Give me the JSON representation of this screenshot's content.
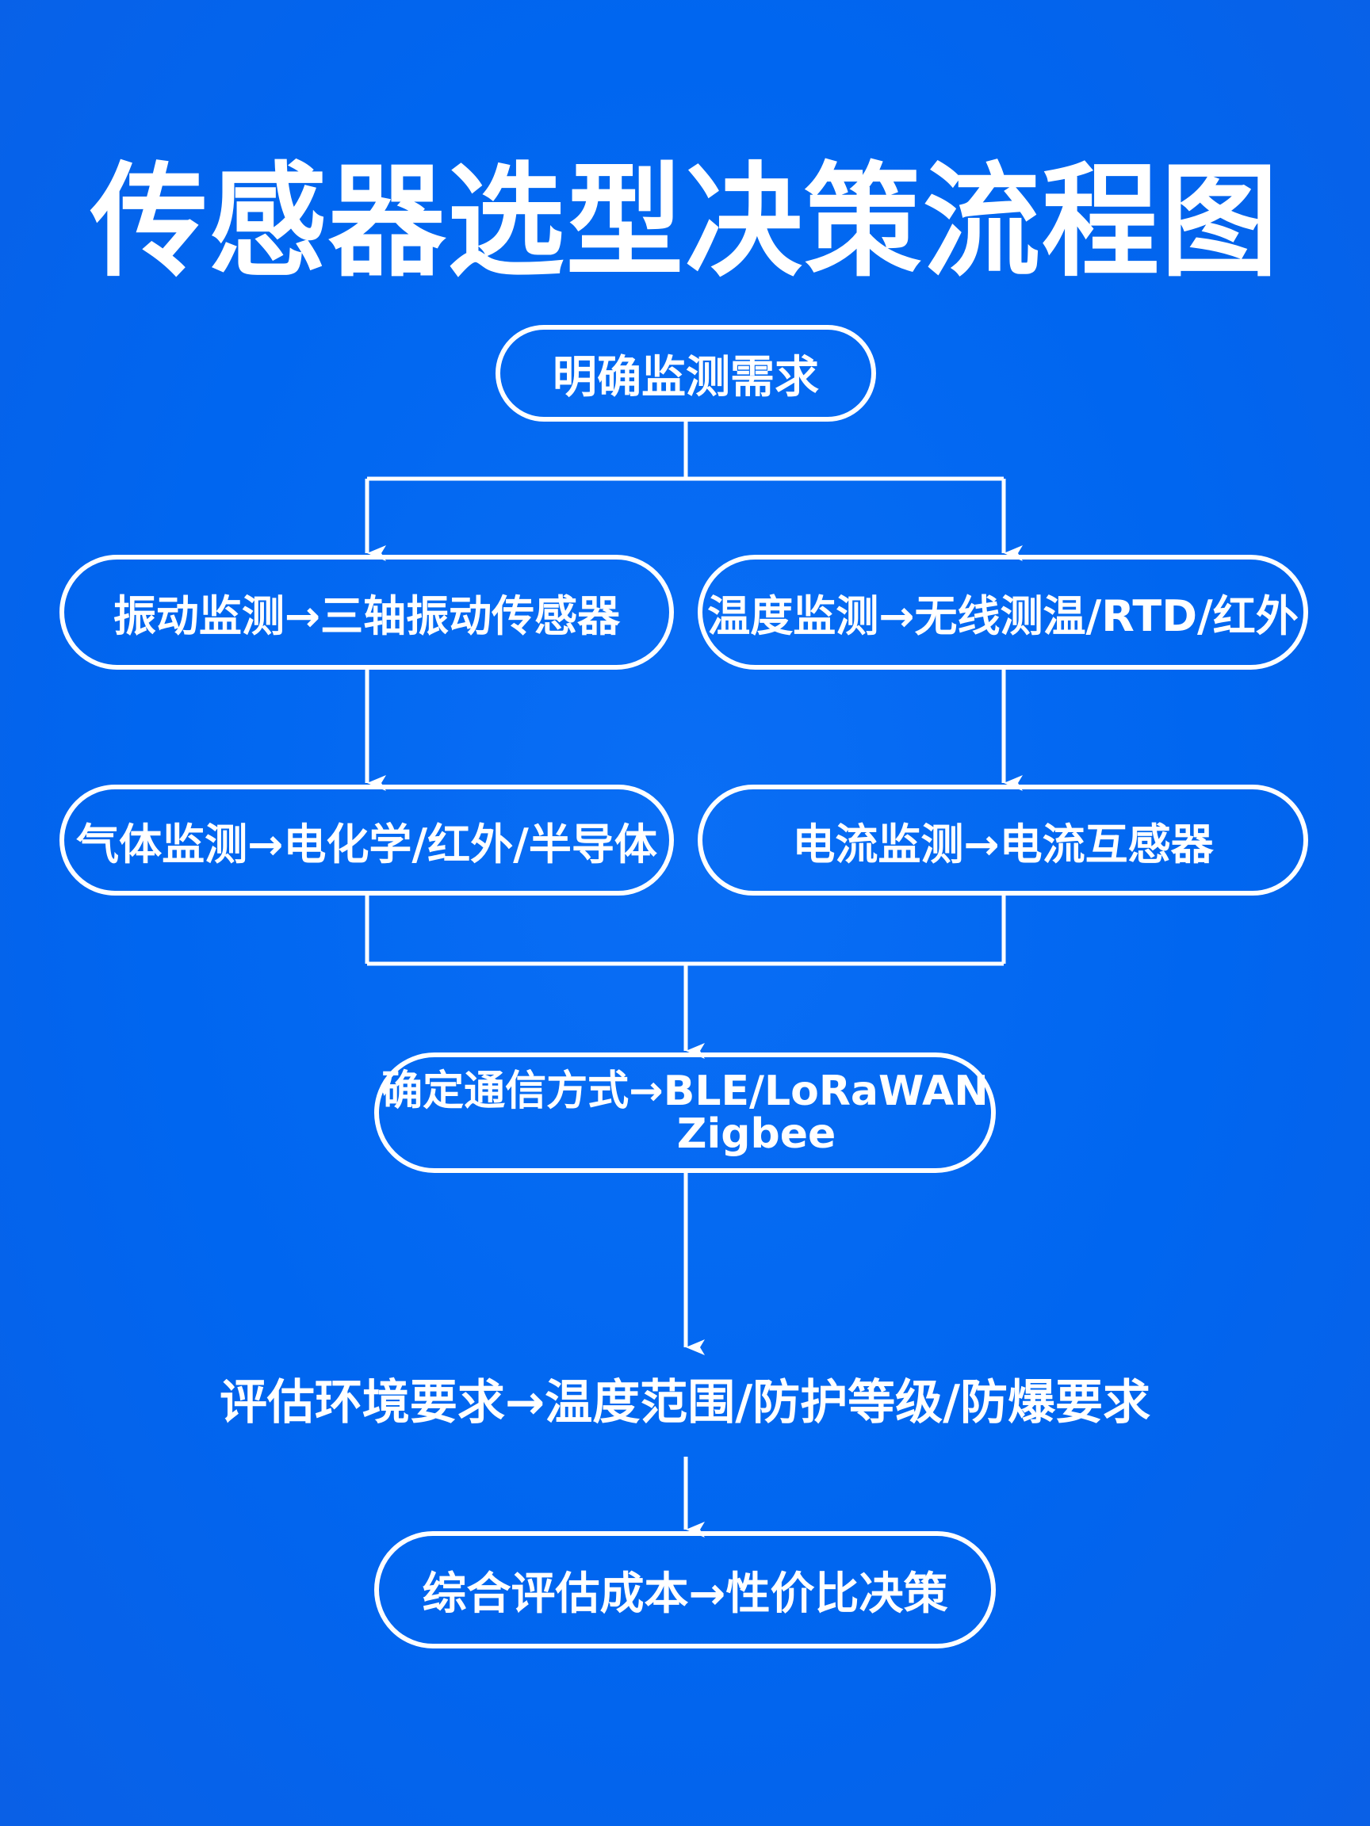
{
  "title": "传感器选型决策流程图",
  "colors": {
    "background": "#0066f0",
    "foreground": "#ffffff"
  },
  "nodes": {
    "start": "明确监测需求",
    "vibration": "振动监测→三轴振动传感器",
    "temperature": "温度监测→无线测温/RTD/红外",
    "gas": "气体监测→电化学/红外/半导体",
    "current": "电流监测→电流互感器",
    "communication_line1": "确定通信方式→BLE/LoRaWAN",
    "communication_line2": "Zigbee",
    "environment": "评估环境要求→温度范围/防护等级/防爆要求",
    "final": "综合评估成本→性价比决策"
  }
}
